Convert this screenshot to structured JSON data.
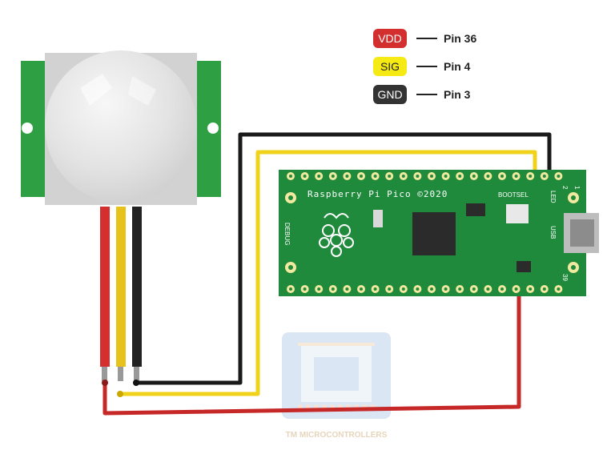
{
  "legend": [
    {
      "label": "VDD",
      "pin": "Pin 36",
      "color": "#d32f2f",
      "text_color": "#ffffff"
    },
    {
      "label": "SIG",
      "pin": "Pin 4",
      "color": "#f5ea14",
      "text_color": "#222222"
    },
    {
      "label": "GND",
      "pin": "Pin 3",
      "color": "#333333",
      "text_color": "#ffffff"
    }
  ],
  "board": {
    "name": "Raspberry Pi Pico ©2020",
    "bootsel_label": "BOOTSEL",
    "debug_label": "DEBUG",
    "led_label": "LED",
    "usb_label": "USB",
    "pin_1": "1",
    "pin_2": "2",
    "pin_39": "39"
  },
  "watermark": "TM MICROCONTROLLERS",
  "colors": {
    "vdd_wire": "#d32f2f",
    "sig_wire": "#f0d21a",
    "gnd_wire": "#222222",
    "board_green": "#1f8a3c",
    "sensor_green": "#2ea043"
  }
}
